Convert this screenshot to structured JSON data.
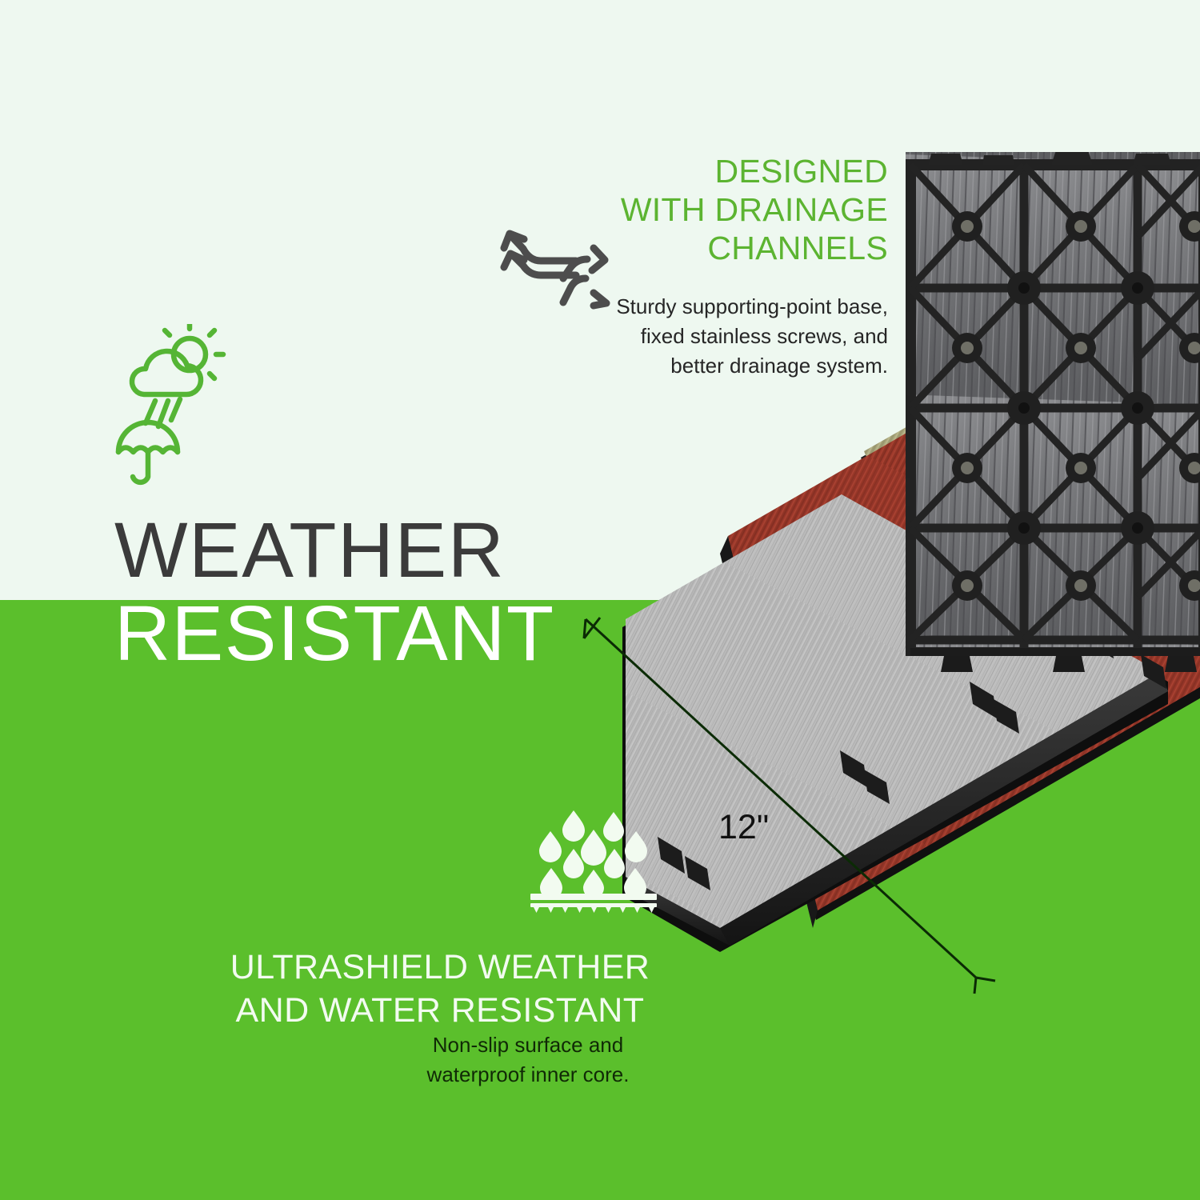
{
  "colors": {
    "bg_light": "#eef8f0",
    "bg_green": "#5bbf2c",
    "heading_green": "#5cb431",
    "heading_dark": "#3b3b3b",
    "heading_white": "#ffffff",
    "body_dark": "#262626",
    "tile_base_black": "#2b2b2b",
    "tile_gray": "#b9b9b9",
    "tile_red": "#9e3a2c",
    "tile_olive": "#b3b184"
  },
  "headline": {
    "line1": "WEATHER",
    "line2": "RESISTANT"
  },
  "weather_icon_name": "sun-cloud-rain-umbrella-icon",
  "drainage_callout": {
    "heading_line1": "DESIGNED",
    "heading_line2": "WITH DRAINAGE",
    "heading_line3": "CHANNELS",
    "body": "Sturdy supporting-point base, fixed stainless screws, and better drainage system.",
    "icon_name": "water-flow-arrows-icon"
  },
  "bottom_callout": {
    "heading_line1": "ULTRASHIELD WEATHER",
    "heading_line2": "AND WATER RESISTANT",
    "body": "Non-slip surface and waterproof inner core.",
    "icon_name": "water-drops-on-surface-icon"
  },
  "dimension": {
    "label": "12\"",
    "icon_name": "dimension-bracket-icon"
  },
  "product": {
    "name": "interlocking-deck-tile-stack",
    "tiles": [
      {
        "label": "base-grid-black",
        "color": "#2b2b2b"
      },
      {
        "label": "olive-wood-tile",
        "color": "#b3b184"
      },
      {
        "label": "red-wood-tile",
        "color": "#9e3a2c"
      },
      {
        "label": "gray-wood-tile",
        "color": "#b9b9b9"
      }
    ]
  }
}
